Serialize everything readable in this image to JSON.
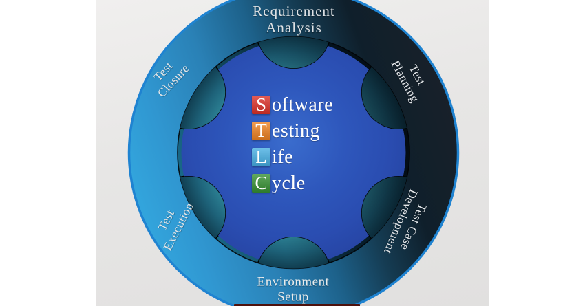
{
  "diagram_title": "Software Testing Life Cycle",
  "center": {
    "lines": [
      {
        "initial": "S",
        "rest": "oftware",
        "color": "#dc3027"
      },
      {
        "initial": "T",
        "rest": "esting",
        "color": "#ee8120"
      },
      {
        "initial": "L",
        "rest": "ife",
        "color": "#45aee3"
      },
      {
        "initial": "C",
        "rest": "ycle",
        "color": "#359032"
      }
    ]
  },
  "phases": [
    {
      "id": "requirement-analysis",
      "lines": [
        "Requirement",
        "Analysis"
      ]
    },
    {
      "id": "test-planning",
      "lines": [
        "Test",
        "Planning"
      ]
    },
    {
      "id": "test-case-development",
      "lines": [
        "Test Case",
        "Development"
      ]
    },
    {
      "id": "environment-setup",
      "lines": [
        "Environment",
        "Setup"
      ]
    },
    {
      "id": "test-execution",
      "lines": [
        "Test",
        "Execution"
      ]
    },
    {
      "id": "test-closure",
      "lines": [
        "Test",
        "Closure"
      ]
    }
  ],
  "colors": {
    "rim_blue": "#1f83d1",
    "ring_light_blue": "#33a9e0",
    "ring_dark": "#131b22",
    "inner_disc_teal": "#1a6e8f",
    "gear_blue": "#2e57bc",
    "phase_label_text": "#e3e6e9",
    "acronym_word_text": "#ffffff",
    "panel_gray": "#e6e5e4",
    "bottom_strip_maroon": "#4e110c"
  }
}
